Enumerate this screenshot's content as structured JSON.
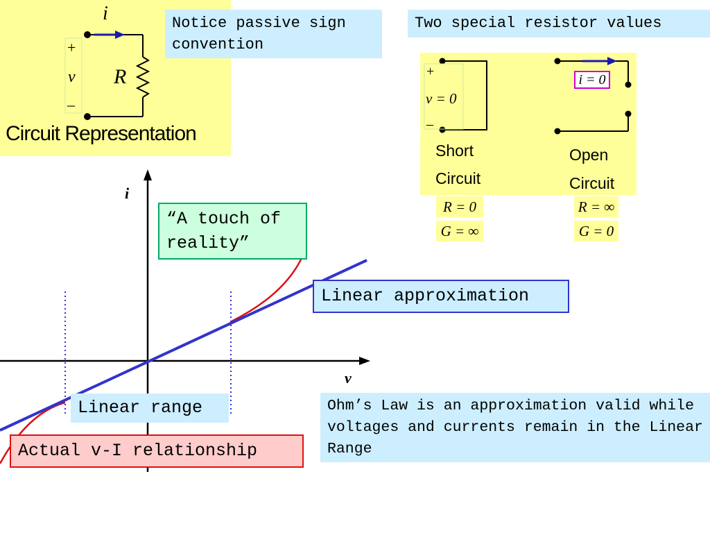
{
  "circuit_panel": {
    "title": "Circuit Representation",
    "current_symbol": "i",
    "voltage_plus": "+",
    "voltage_symbol": "v",
    "voltage_minus": "–",
    "resistor_symbol": "R"
  },
  "notes": {
    "passive_sign": "Notice passive sign convention",
    "special_values": "Two special resistor values",
    "ohms_law": "Ohm’s Law is an approximation valid while voltages and currents remain in the Linear Range"
  },
  "short_circuit": {
    "plus": "+",
    "voltage": "v = 0",
    "minus": "–",
    "label_line1": "Short",
    "label_line2": "Circuit",
    "resistance": "R = 0",
    "conductance": "G = ∞"
  },
  "open_circuit": {
    "current": "i = 0",
    "label_line1": "Open",
    "label_line2": "Circuit",
    "resistance": "R = ∞",
    "conductance": "G = 0"
  },
  "graph": {
    "i_axis_label": "i",
    "v_axis_label": "v",
    "touch_of_reality": "“A touch of reality”",
    "linear_approximation": "Linear approximation",
    "linear_range": "Linear range",
    "actual_relationship": "Actual v-I relationship"
  },
  "colors": {
    "panel_yellow": "#ffff99",
    "note_blue": "#cceeff",
    "linear_line": "#3333cc",
    "actual_curve": "#dd1111",
    "current_arrow": "#1a1aaa",
    "touch_box_border": "#00aa66",
    "touch_box_fill": "#ccffdd",
    "actual_box_fill": "#ffcccc",
    "actual_box_border": "#dd1111",
    "i0_box_border": "#cc00cc"
  }
}
